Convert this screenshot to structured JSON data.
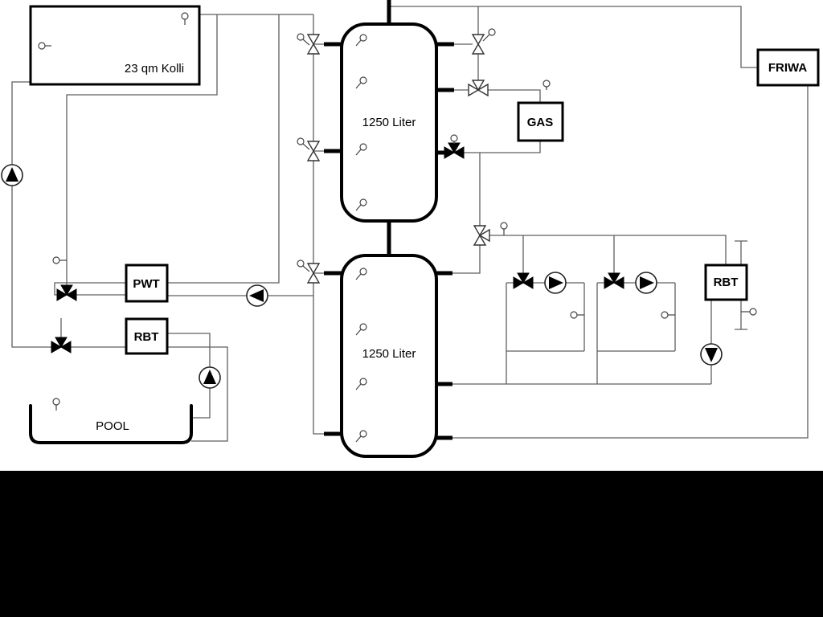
{
  "labels": {
    "collector": "23 qm Kolli",
    "tank_top": "1250 Liter",
    "tank_bottom": "1250 Liter",
    "gas": "GAS",
    "friwa": "FRIWA",
    "pwt": "PWT",
    "rbt_left": "RBT",
    "rbt_right": "RBT",
    "pool": "POOL"
  },
  "colors": {
    "pipe": "#5f5f5f",
    "component": "#000000",
    "background": "#ffffff",
    "bottom_band": "#000000"
  }
}
